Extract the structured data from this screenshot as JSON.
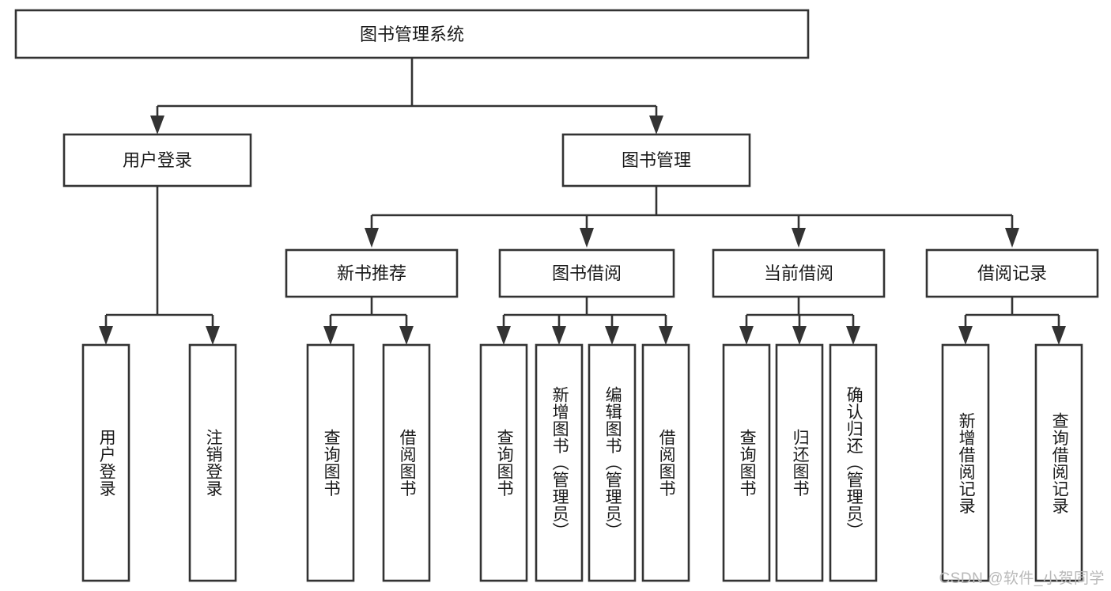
{
  "diagram": {
    "title": "图书管理系统",
    "type": "tree-hierarchy-diagram",
    "colors": {
      "stroke": "#333333",
      "fill": "#ffffff",
      "text": "#1a1a1a",
      "watermark": "#b9b9b9",
      "background": "#ffffff"
    },
    "root": {
      "label": "图书管理系统"
    },
    "level2": [
      {
        "label": "用户登录"
      },
      {
        "label": "图书管理"
      }
    ],
    "level3": [
      {
        "label": "新书推荐"
      },
      {
        "label": "图书借阅"
      },
      {
        "label": "当前借阅"
      },
      {
        "label": "借阅记录"
      }
    ],
    "leaves": {
      "user_login": [
        {
          "label": "用户登录"
        },
        {
          "label": "注销登录"
        }
      ],
      "new_book_recommend": [
        {
          "label": "查询图书"
        },
        {
          "label": "借阅图书"
        }
      ],
      "book_borrow": [
        {
          "label": "查询图书"
        },
        {
          "label": "新增图书（管理员）"
        },
        {
          "label": "编辑图书（管理员）"
        },
        {
          "label": "借阅图书"
        }
      ],
      "current_borrow": [
        {
          "label": "查询图书"
        },
        {
          "label": "归还图书"
        },
        {
          "label": "确认归还（管理员）"
        }
      ],
      "borrow_record": [
        {
          "label": "新增借阅记录"
        },
        {
          "label": "查询借阅记录"
        }
      ]
    },
    "watermark": "CSDN @软件_小贺同学"
  }
}
